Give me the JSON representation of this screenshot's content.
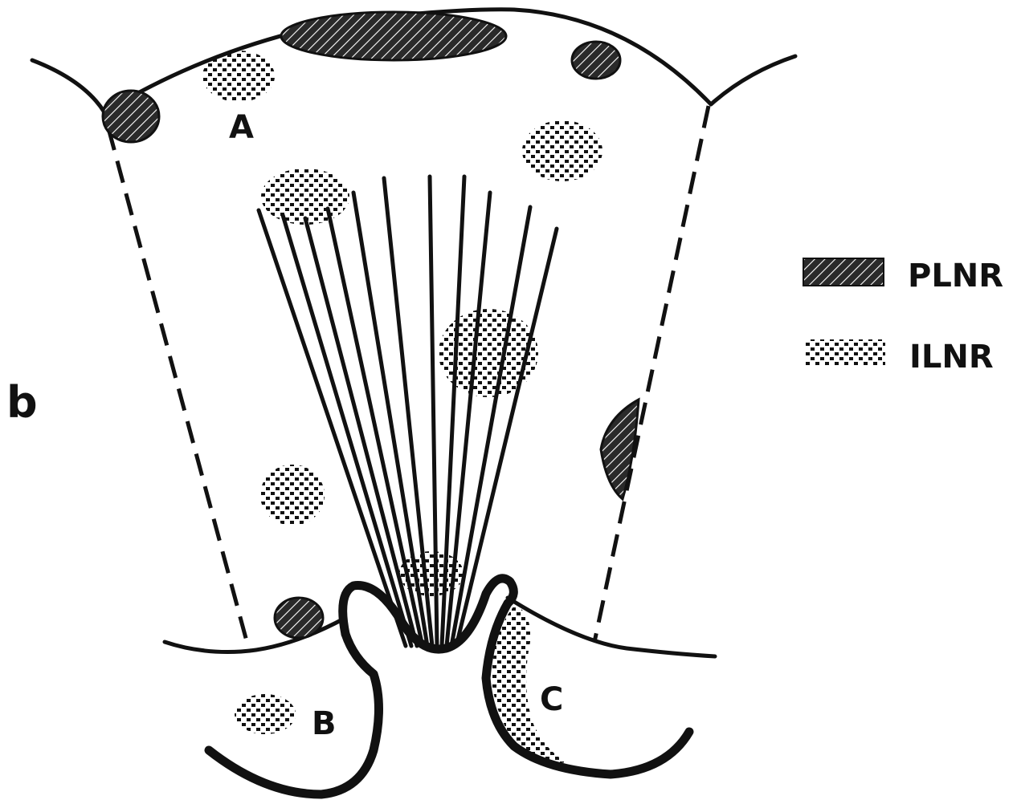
{
  "panel_label": "b",
  "region_labels": {
    "a": "A",
    "b": "B",
    "c": "C"
  },
  "legend": [
    {
      "key": "plnr",
      "label": "PLNR",
      "pattern": "hatched"
    },
    {
      "key": "ilnr",
      "label": "ILNR",
      "pattern": "dotted"
    }
  ],
  "colors": {
    "ink": "#111111",
    "background": "#ffffff"
  }
}
